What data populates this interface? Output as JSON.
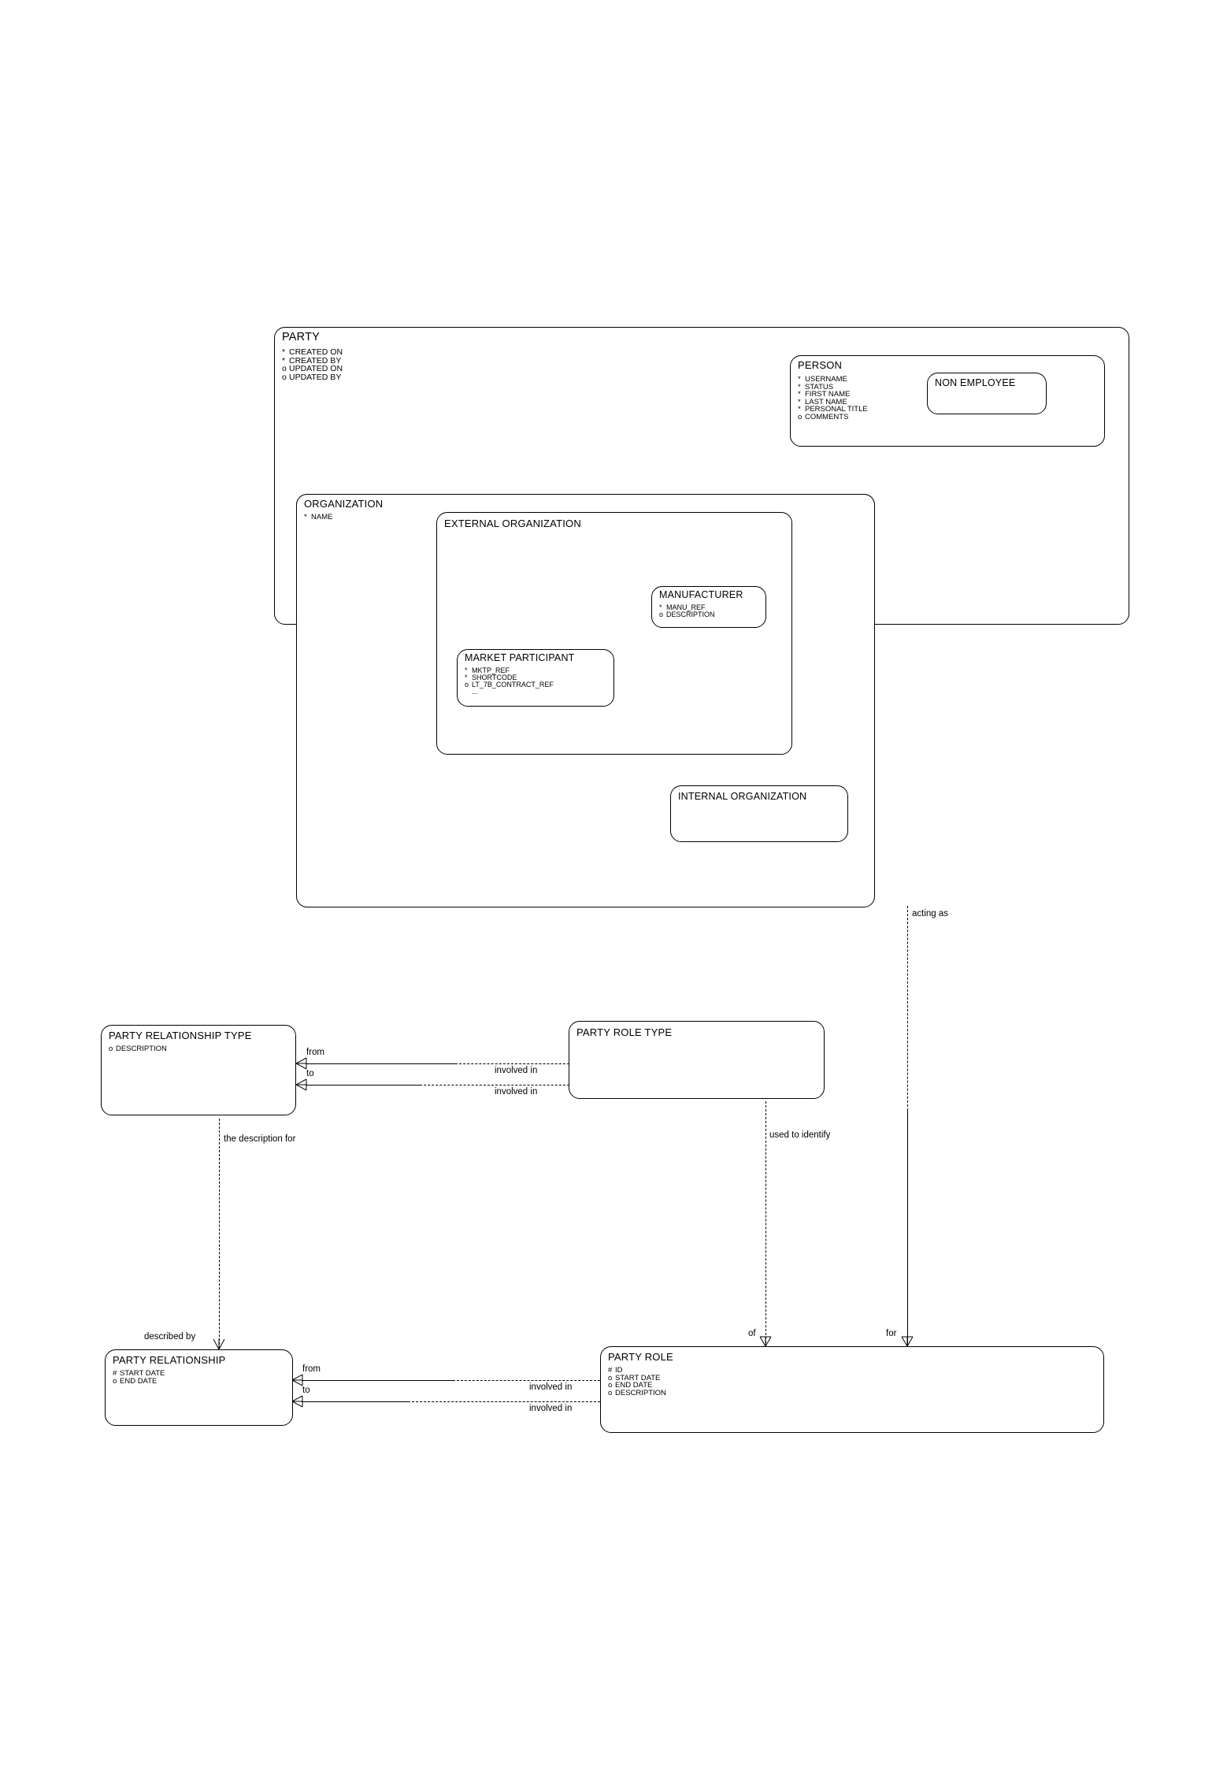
{
  "diagram": {
    "title": "Party Entity Relationship Diagram",
    "notation": "Barker ERD",
    "stroke_color": "#000000",
    "background_color": "#ffffff"
  },
  "entities": {
    "party": {
      "name": "PARTY",
      "attributes": [
        {
          "mark": "*",
          "label": "CREATED ON"
        },
        {
          "mark": "*",
          "label": "CREATED BY"
        },
        {
          "mark": "o",
          "label": "UPDATED ON"
        },
        {
          "mark": "o",
          "label": "UPDATED BY"
        }
      ]
    },
    "person": {
      "name": "PERSON",
      "attributes": [
        {
          "mark": "*",
          "label": "USERNAME"
        },
        {
          "mark": "*",
          "label": "STATUS"
        },
        {
          "mark": "*",
          "label": "FIRST NAME"
        },
        {
          "mark": "*",
          "label": "LAST NAME"
        },
        {
          "mark": "*",
          "label": "PERSONAL TITLE"
        },
        {
          "mark": "o",
          "label": "COMMENTS"
        }
      ]
    },
    "non_employee": {
      "name": "NON EMPLOYEE",
      "attributes": []
    },
    "organization": {
      "name": "ORGANIZATION",
      "attributes": [
        {
          "mark": "*",
          "label": "NAME"
        }
      ]
    },
    "external_organization": {
      "name": "EXTERNAL ORGANIZATION",
      "attributes": []
    },
    "manufacturer": {
      "name": "MANUFACTURER",
      "attributes": [
        {
          "mark": "*",
          "label": "MANU_REF"
        },
        {
          "mark": "o",
          "label": "DESCRIPTION"
        }
      ]
    },
    "market_participant": {
      "name": "MARKET PARTICIPANT",
      "attributes": [
        {
          "mark": "*",
          "label": "MKTP_REF"
        },
        {
          "mark": "*",
          "label": "SHORTCODE"
        },
        {
          "mark": "o",
          "label": "LT_7B_CONTRACT_REF"
        },
        {
          "mark": "",
          "label": "..."
        }
      ]
    },
    "internal_organization": {
      "name": "INTERNAL ORGANIZATION",
      "attributes": []
    },
    "party_relationship_type": {
      "name": "PARTY RELATIONSHIP TYPE",
      "attributes": [
        {
          "mark": "o",
          "label": "DESCRIPTION"
        }
      ]
    },
    "party_role_type": {
      "name": "PARTY ROLE TYPE",
      "attributes": []
    },
    "party_relationship": {
      "name": "PARTY RELATIONSHIP",
      "attributes": [
        {
          "mark": "#",
          "label": "START DATE"
        },
        {
          "mark": "o",
          "label": "END DATE"
        }
      ]
    },
    "party_role": {
      "name": "PARTY ROLE",
      "attributes": [
        {
          "mark": "#",
          "label": "ID"
        },
        {
          "mark": "o",
          "label": "START DATE"
        },
        {
          "mark": "o",
          "label": "END DATE"
        },
        {
          "mark": "o",
          "label": "DESCRIPTION"
        }
      ]
    }
  },
  "relationship_labels": {
    "acting_as": "acting as",
    "prt_from": "from",
    "prt_to": "to",
    "prt_involved_in_1": "involved in",
    "prt_involved_in_2": "involved in",
    "the_description_for": "the description for",
    "used_to_identify": "used to identify",
    "described_by": "described by",
    "pr_from": "from",
    "pr_to": "to",
    "pr_involved_in_1": "involved in",
    "pr_involved_in_2": "involved in",
    "of": "of",
    "for": "for"
  }
}
